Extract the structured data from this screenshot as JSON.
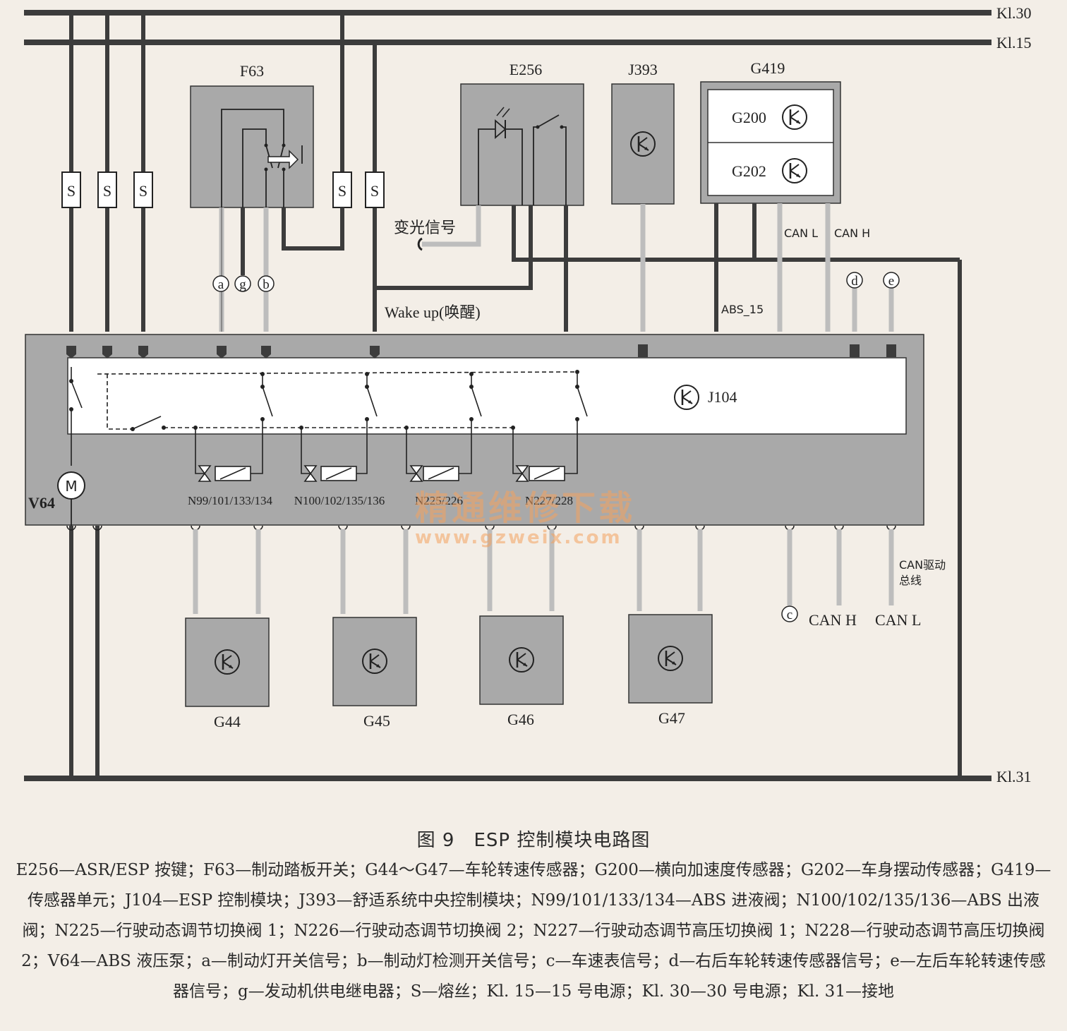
{
  "rails": {
    "kl30": "Kl.30",
    "kl15": "Kl.15",
    "kl31": "Kl.31"
  },
  "components": {
    "f63": "F63",
    "e256": "E256",
    "j393": "J393",
    "g419": "G419",
    "g200": "G200",
    "g202": "G202",
    "j104": "J104",
    "v64": "V64",
    "motor": "M",
    "g44": "G44",
    "g45": "G45",
    "g46": "G46",
    "g47": "G47",
    "fuse": "S"
  },
  "valves": [
    "N99/101/133/134",
    "N100/102/135/136",
    "N225/226",
    "N227/228"
  ],
  "signals": {
    "dimming": "变光信号",
    "wakeup": "Wake up(唤醒)",
    "abs15": "ABS_15",
    "can_l_top": "CAN L",
    "can_h_top": "CAN H",
    "can_bus": "CAN驱动\n总线",
    "can_h_bottom": "CAN H",
    "can_l_bottom": "CAN L",
    "a": "a",
    "g": "g",
    "b": "b",
    "c": "c",
    "d": "d",
    "e": "e"
  },
  "watermark": {
    "cn": "精通维修下载",
    "url": "www.gzweix.com"
  },
  "caption": "图 9　ESP 控制模块电路图",
  "legend": "E256—ASR/ESP 按键；F63—制动踏板开关；G44～G47—车轮转速传感器；G200—横向加速度传感器；G202—车身摆动传感器；G419—传感器单元；J104—ESP 控制模块；J393—舒适系统中央控制模块；N99/101/133/134—ABS 进液阀；N100/102/135/136—ABS 出液阀；N225—行驶动态调节切换阀 1；N226—行驶动态调节切换阀 2；N227—行驶动态调节高压切换阀 1；N228—行驶动态调节高压切换阀 2；V64—ABS 液压泵；a—制动灯开关信号；b—制动灯检测开关信号；c—车速表信号；d—右后车轮转速传感器信号；e—左后车轮转速传感器信号；g—发动机供电继电器；S—熔丝；Kl. 15—15 号电源；Kl. 30—30 号电源；Kl. 31—接地",
  "colors": {
    "bus": "#3c3c3c",
    "box": "#a9a9a9",
    "wire_light": "#bdbdbd",
    "watermark": "#f4a260"
  }
}
